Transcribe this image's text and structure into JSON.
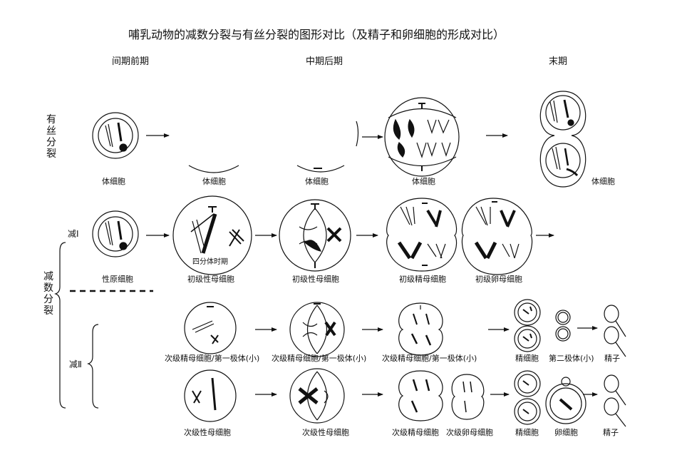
{
  "title": "哺乳动物的减数分裂与有丝分裂的图形对比（及精子和卵细胞的形成对比）",
  "phases": [
    "间期前期",
    "中期后期",
    "末期"
  ],
  "row_labels": {
    "mitosis": "有丝分裂",
    "meiosis": "减数分裂",
    "meiosis1": "减Ⅰ",
    "meiosis2": "减Ⅱ"
  },
  "labels": {
    "mitosis": [
      "体细胞",
      "体细胞",
      "体细胞",
      "体细胞",
      "体细胞"
    ],
    "meiosis1": [
      "性原细胞",
      "初级性母细胞",
      "初级性母细胞",
      "初级精母细胞",
      "初级卵母细胞"
    ],
    "tetrad": "四分体时期",
    "meiosis2_upper": [
      "次级精母细胞/第一极体(小)",
      "次级精母细胞/第一极体(小)",
      "次级精母细胞/第一极体(小)",
      "精细胞",
      "第二极体(小)",
      "精子"
    ],
    "meiosis2_lower": [
      "次级性母细胞",
      "次级性母细胞",
      "次级精母细胞",
      "次级卵母细胞",
      "精细胞",
      "卵细胞",
      "精子"
    ]
  }
}
